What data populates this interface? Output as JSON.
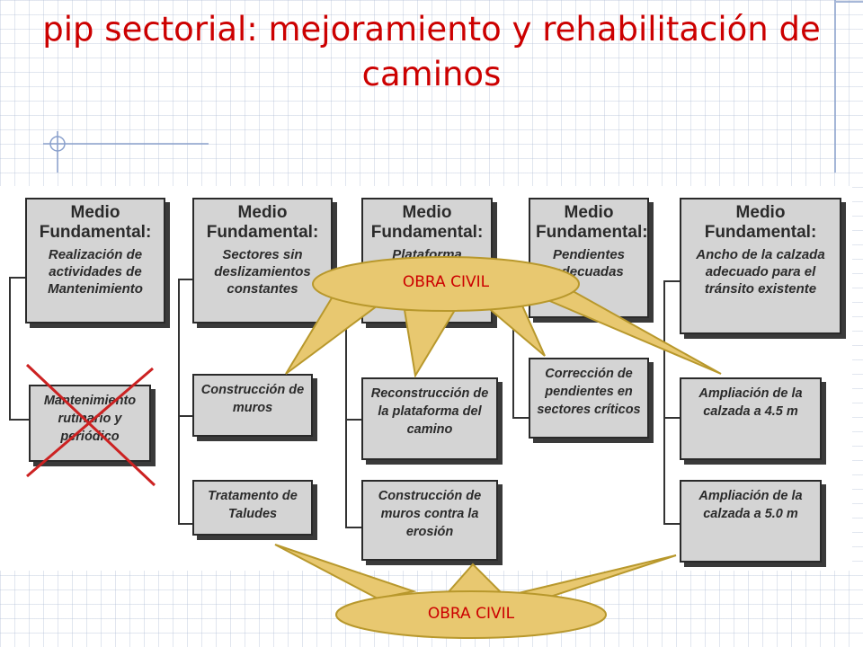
{
  "title": {
    "line1": "pip sectorial: mejoramiento y rehabilitación de",
    "line2": "caminos"
  },
  "columns": [
    {
      "header": "Medio Fundamental:",
      "header_body": "Realización de actividades de Mantenimiento",
      "children": [
        "Mantenimiento rutinario y periódico"
      ]
    },
    {
      "header": "Medio Fundamental:",
      "header_body": "Sectores sin deslizamientos constantes",
      "children": [
        "Construcción de muros",
        "Tratamento de Taludes"
      ]
    },
    {
      "header": "Medio Fundamental:",
      "header_body": "Plataforma",
      "children": [
        "Reconstrucción de la plataforma del camino",
        "Construcción de muros contra la erosión"
      ]
    },
    {
      "header": "Medio Fundamental:",
      "header_body": "Pendientes adecuadas",
      "children": [
        "Corrección de pendientes en sectores críticos"
      ]
    },
    {
      "header": "Medio Fundamental:",
      "header_body": "Ancho de la calzada adecuado para el tránsito existente",
      "children": [
        "Ampliación de la calzada a 4.5 m",
        "Ampliación de la calzada a 5.0 m"
      ]
    }
  ],
  "callouts": {
    "top": "OBRA CIVIL",
    "bottom": "OBRA CIVIL"
  },
  "colors": {
    "title": "#cc0000",
    "callout_fill": "#e8c870",
    "cross": "#cc2222",
    "box_fill": "#d4d4d4"
  }
}
